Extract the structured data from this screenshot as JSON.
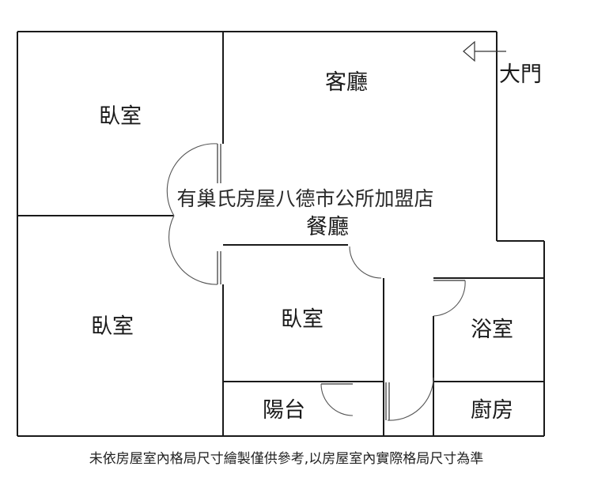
{
  "plan": {
    "rooms": {
      "bedroom_top_left": "臥室",
      "bedroom_bottom_left": "臥室",
      "bedroom_center": "臥室",
      "living_room": "客廳",
      "dining_room": "餐廳",
      "bathroom": "浴室",
      "balcony": "陽台",
      "kitchen": "廚房"
    },
    "main_door_label": "大門",
    "watermark": "有巢氏房屋八德市公所加盟店",
    "disclaimer": "未依房屋室內格局尺寸繪製僅供參考,以房屋室內實際格局尺寸為準"
  }
}
